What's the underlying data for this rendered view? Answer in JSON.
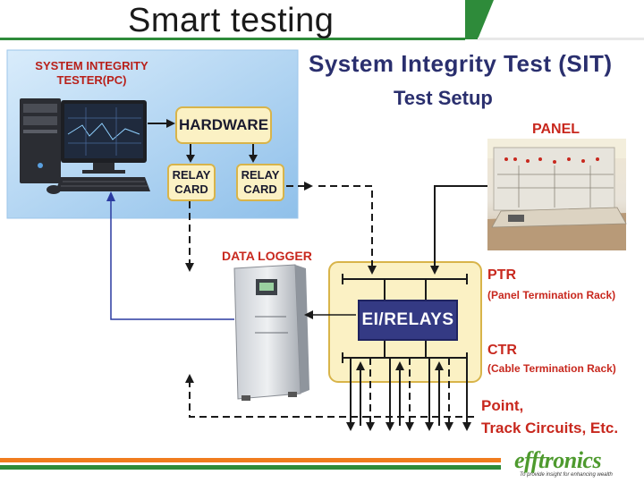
{
  "header": {
    "title": "Smart testing"
  },
  "diagram": {
    "main_title": "System Integrity Test (SIT)",
    "subtitle": "Test Setup",
    "pc": {
      "label_line1": "SYSTEM INTEGRITY",
      "label_line2": "TESTER(PC)"
    },
    "hardware_label": "HARDWARE",
    "relay_card_1": {
      "line1": "RELAY",
      "line2": "CARD"
    },
    "relay_card_2": {
      "line1": "RELAY",
      "line2": "CARD"
    },
    "panel_label": "PANEL",
    "data_logger_label": "DATA LOGGER",
    "ei_relays_label": "EI/RELAYS",
    "ptr": {
      "label": "PTR",
      "sub": "(Panel Termination Rack)"
    },
    "ctr": {
      "label": "CTR",
      "sub": "(Cable Termination Rack)"
    },
    "field": {
      "line1": "Point,",
      "line2": "Track Circuits, Etc."
    }
  },
  "footer": {
    "logo": "efftronics",
    "tagline": "To provide insight for enhancing wealth"
  },
  "colors": {
    "accent_red": "#c8281e",
    "title_blue": "#2a2f6e",
    "stripe_orange": "#f07c1e",
    "stripe_green": "#2e8b3a",
    "box_fill": "#fbf1c4"
  }
}
